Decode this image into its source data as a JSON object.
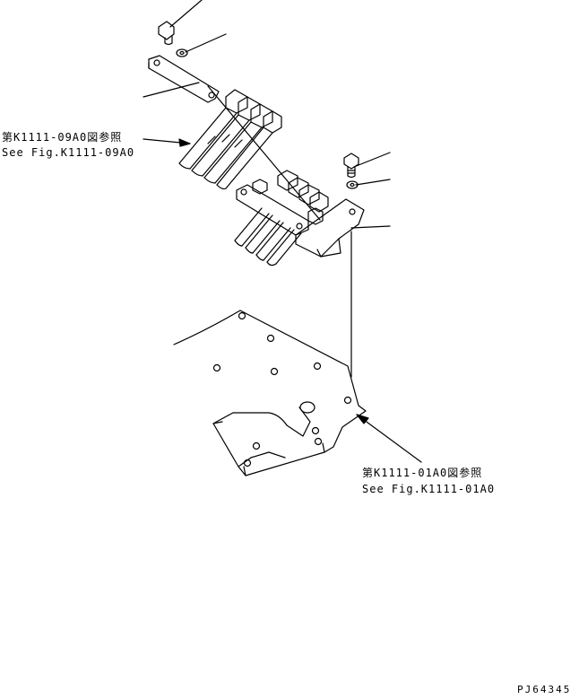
{
  "drawing": {
    "callout_upper": {
      "jp": "第K1111-09A0図参照",
      "en": "See Fig.K1111-09A0"
    },
    "callout_lower": {
      "jp": "第K1111-01A0図参照",
      "en": "See Fig.K1111-01A0"
    },
    "drawing_number": "PJ64345",
    "line_color": "#000000",
    "background": "#ffffff"
  }
}
